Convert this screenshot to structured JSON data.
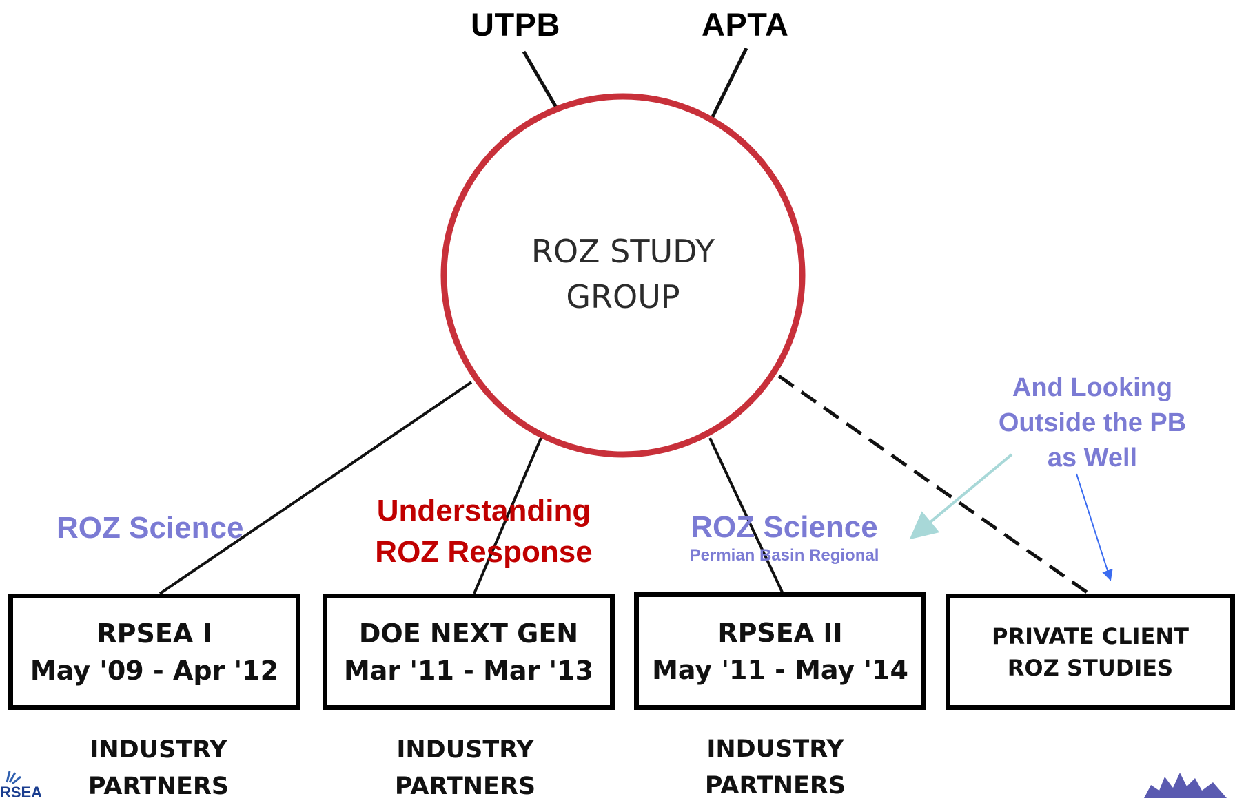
{
  "top": {
    "left": "UTPB",
    "right": "APTA"
  },
  "center": {
    "line1": "ROZ STUDY",
    "line2": "GROUP"
  },
  "annotations": {
    "science1": "ROZ Science",
    "understanding_line1": "Understanding",
    "understanding_line2": "ROZ Response",
    "science2": "ROZ Science",
    "science2_sub": "Permian Basin Regional",
    "looking_line1": "And Looking",
    "looking_line2": "Outside the PB",
    "looking_line3": "as Well"
  },
  "boxes": [
    {
      "title": "RPSEA I",
      "dates": "May '09 - Apr '12"
    },
    {
      "title": "DOE NEXT GEN",
      "dates": "Mar '11 - Mar '13"
    },
    {
      "title": "RPSEA II",
      "dates": "May '11 - May '14"
    },
    {
      "title": "PRIVATE CLIENT",
      "dates": "ROZ STUDIES"
    }
  ],
  "partners": [
    {
      "line1": "INDUSTRY",
      "line2": "PARTNERS"
    },
    {
      "line1": "INDUSTRY",
      "line2": "PARTNERS"
    },
    {
      "line1": "INDUSTRY",
      "line2": "PARTNERS"
    }
  ],
  "colors": {
    "circle": "#c8303a",
    "annotation_purple": "#7b7bd4",
    "annotation_red": "#c00000",
    "arrow_teal": "#a8d8d8",
    "arrow_blue": "#3b6cf0"
  }
}
